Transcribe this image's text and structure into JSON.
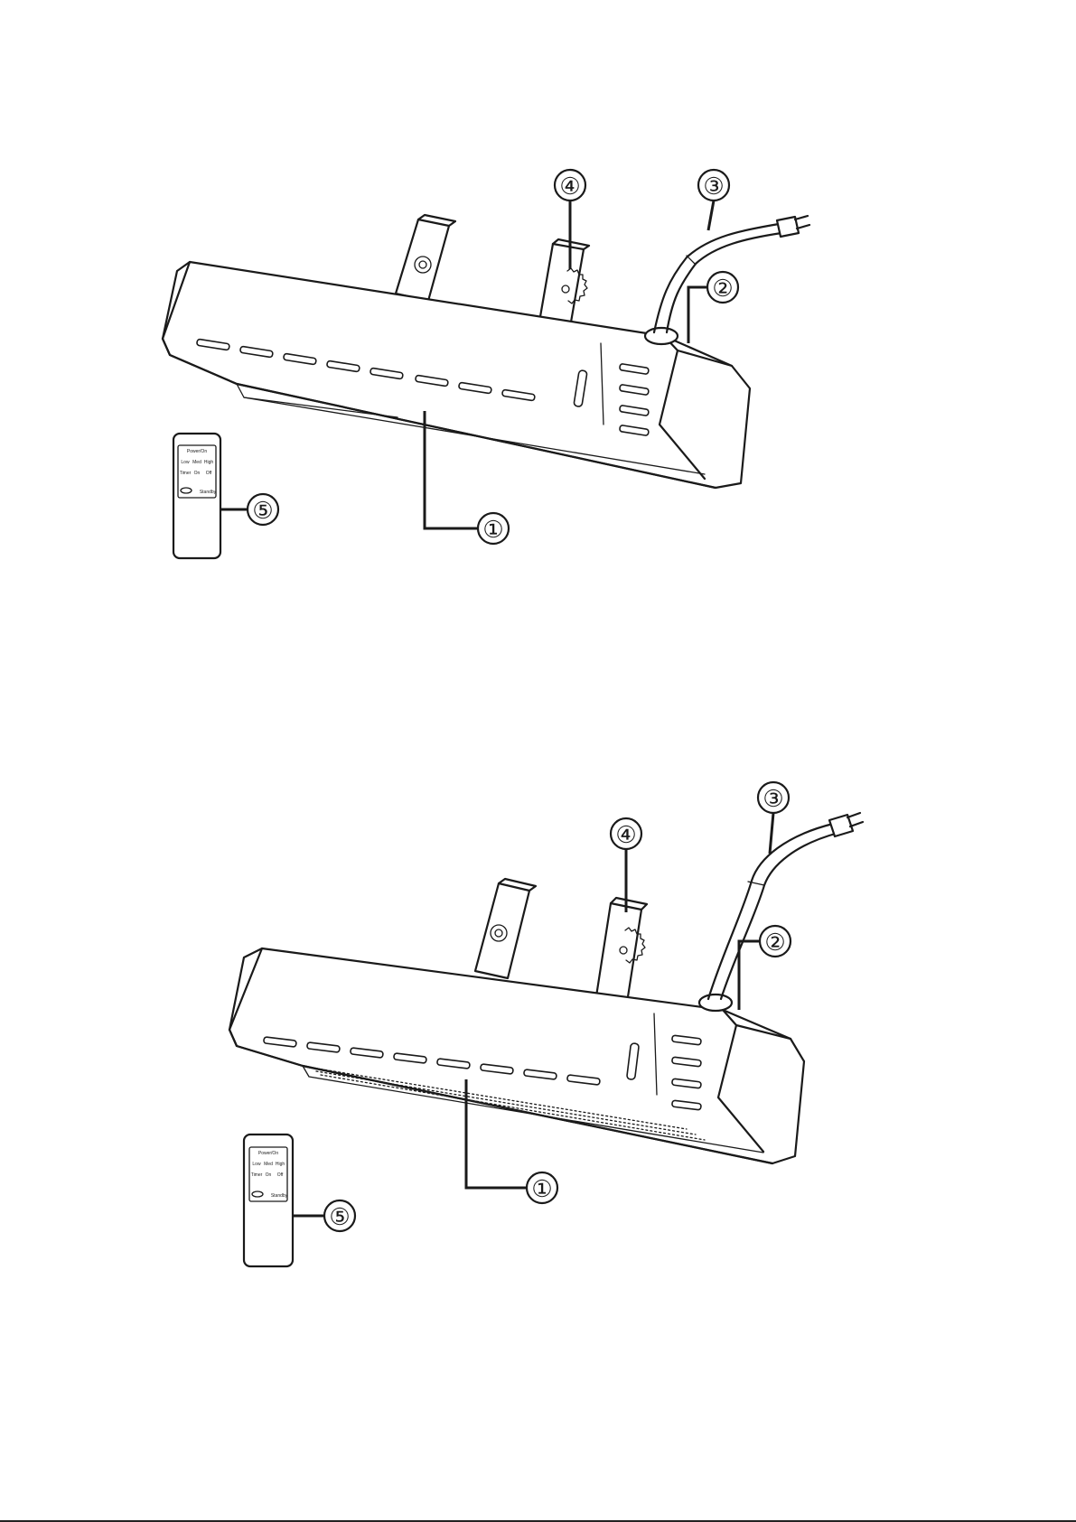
{
  "figures": [
    {
      "id": "top",
      "variant": "plain-front",
      "callouts": [
        "①",
        "②",
        "③",
        "④",
        "⑤"
      ]
    },
    {
      "id": "bottom",
      "variant": "element-front",
      "callouts": [
        "①",
        "②",
        "③",
        "④",
        "⑤"
      ]
    }
  ],
  "remote": {
    "labels": [
      "Power/On",
      "Low",
      "Med",
      "High",
      "Timer",
      "On",
      "Off",
      "Standby"
    ]
  }
}
